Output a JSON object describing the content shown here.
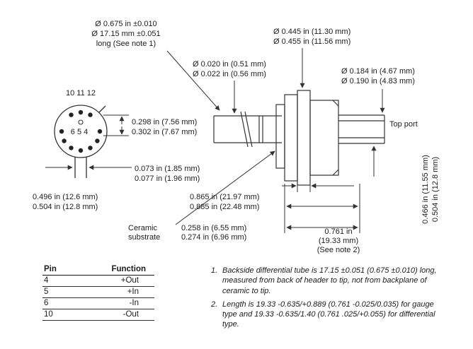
{
  "dims": {
    "tube_length_1": "Ø 0.675 in ±0.010",
    "tube_length_2": "Ø 17.15 mm ±0.051",
    "tube_length_3": "long (See note 1)",
    "header_dia_1": "Ø 0.445 in (11.30 mm)",
    "header_dia_2": "Ø 0.455 in (11.56 mm)",
    "pin_dia_1": "Ø 0.020 in (0.51 mm)",
    "pin_dia_2": "Ø 0.022 in (0.56 mm)",
    "port_dia_1": "Ø 0.184 in (4.67 mm)",
    "port_dia_2": "Ø 0.190 in (4.83 mm)",
    "pin_spacing_1": "0.298 in (7.56 mm)",
    "pin_spacing_2": "0.302 in (7.67 mm)",
    "tube_dia_1": "0.073 in (1.85 mm)",
    "tube_dia_2": "0.077 in (1.96 mm)",
    "body_dia_1": "0.496 in (12.6 mm)",
    "body_dia_2": "0.504 in (12.8 mm)",
    "body_len_1": "0.865 in (21.97 mm)",
    "body_len_2": "0.885 in (22.48 mm)",
    "substrate_1": "0.258 in (6.55 mm)",
    "substrate_2": "0.274 in (6.96 mm)",
    "port_len_1": "0.761  in",
    "port_len_2": "(19.33  mm)",
    "port_len_3": "(See note 2)",
    "port_height_1": "0.466 in (11.55 mm)",
    "port_height_2": "0.504 in (12.8 mm)"
  },
  "labels": {
    "pins_top": "10 11 12",
    "pins_mid": "6 5 4",
    "ceramic_1": "Ceramic",
    "ceramic_2": "substrate",
    "top_port": "Top port"
  },
  "pin_table": {
    "headers": [
      "Pin",
      "Function"
    ],
    "rows": [
      [
        "4",
        "+Out"
      ],
      [
        "5",
        "+In"
      ],
      [
        "6",
        "-In"
      ],
      [
        "10",
        "-Out"
      ]
    ]
  },
  "notes": [
    {
      "num": "1.",
      "text": "Backside differential tube is 17.15 ±0.051 (0.675 ±0.010) long, measured from back of header to tip, not from backplane of ceramic to tip."
    },
    {
      "num": "2.",
      "text": "Length is 19.33 -0.635/+0.889 (0.761 -0.025/0.035) for gauge type and 19.33 -0.635/1.40 (0.761 .025/+0.055) for differential type."
    }
  ]
}
